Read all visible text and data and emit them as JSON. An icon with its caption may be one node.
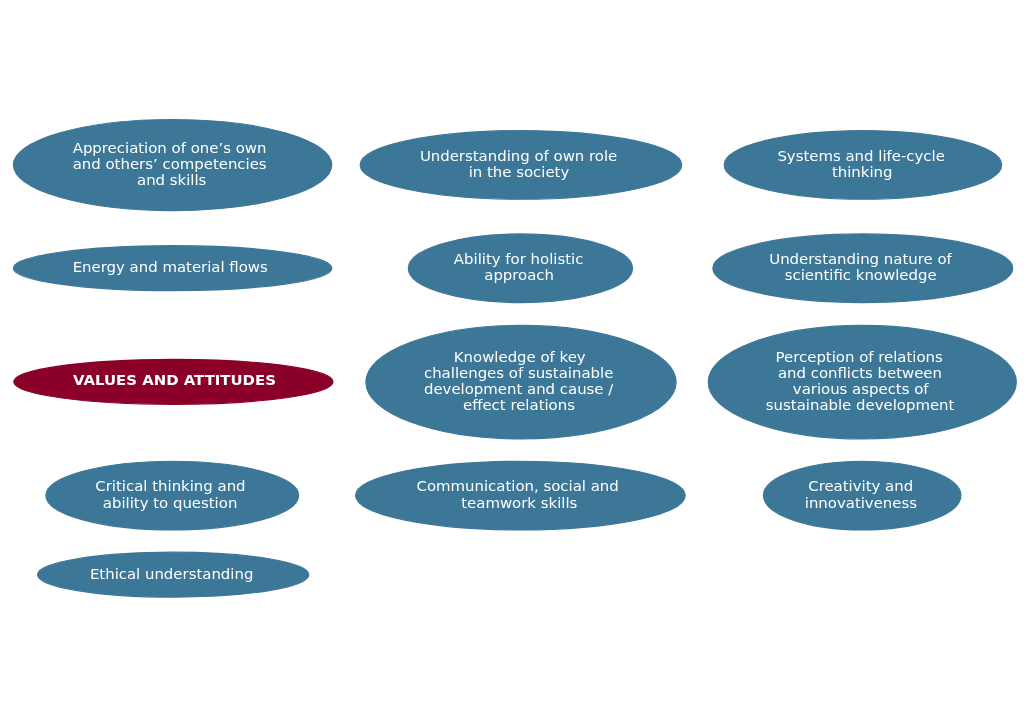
{
  "diagram": {
    "nodes": [
      {
        "text": [
          "Appreciation of one’s own and others’ competencies and skills"
        ]
      },
      {
        "text": [
          "Understanding of own role in the society"
        ]
      },
      {
        "text": [
          "Systems and life-cycle thinking"
        ]
      },
      {
        "text": [
          "Energy and material flows"
        ]
      },
      {
        "text": [
          "Ability for holistic approach"
        ]
      },
      {
        "text": [
          "Understanding nature of scientific knowledge"
        ]
      },
      {
        "text": [
          "VALUES AND ATTITUDES"
        ]
      },
      {
        "text": [
          "Knowledge of key challenges of sustainable development and cause / effect relations"
        ]
      },
      {
        "text": [
          "Perception of relations and conflicts between various aspects of sustainable development"
        ]
      },
      {
        "text": [
          "Critical thinking and ability to question"
        ]
      },
      {
        "text": [
          "Communication, social and teamwork skills"
        ]
      },
      {
        "text": [
          "Creativity and innovativeness"
        ]
      },
      {
        "text": [
          "Ethical understanding"
        ]
      }
    ],
    "edges": []
  }
}
